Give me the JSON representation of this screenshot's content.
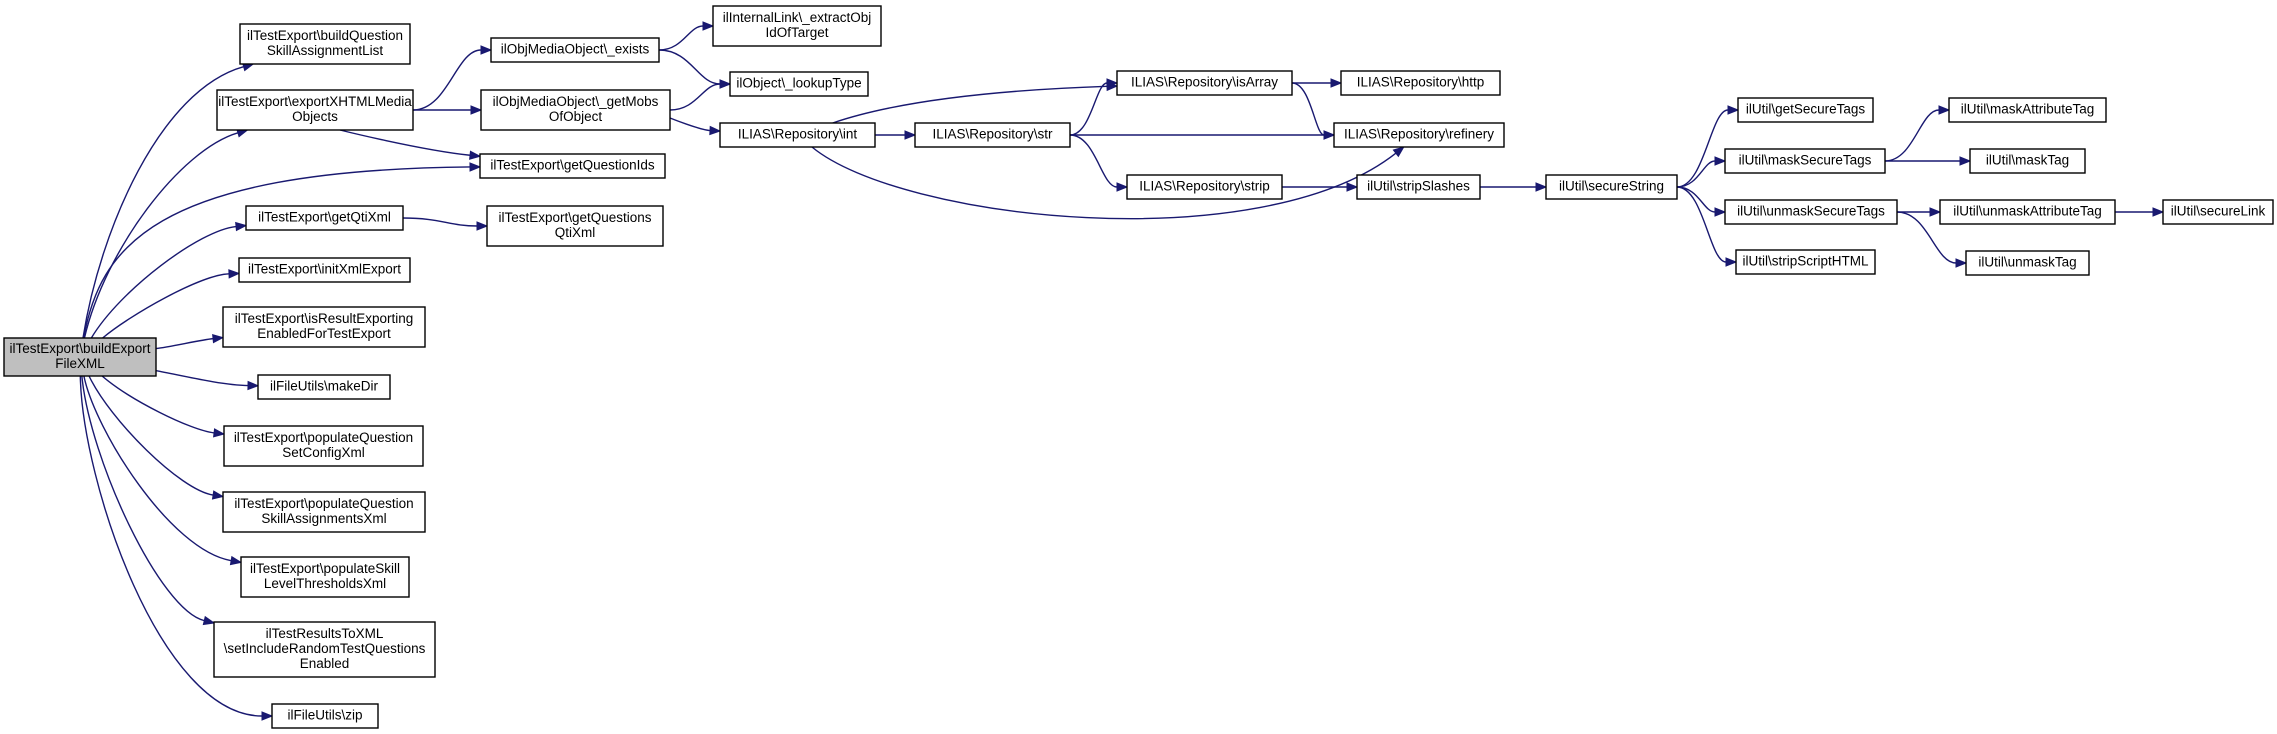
{
  "diagram": {
    "type": "call-graph",
    "accent_color": "#191970",
    "root_fill": "#bfbfbf",
    "nodes": [
      {
        "id": "root",
        "lines": [
          "ilTestExport\\buildExport",
          "FileXML"
        ],
        "root": true
      },
      {
        "id": "buildQuestionSkill",
        "lines": [
          "ilTestExport\\buildQuestion",
          "SkillAssignmentList"
        ]
      },
      {
        "id": "exportXHTML",
        "lines": [
          "ilTestExport\\exportXHTMLMedia",
          "Objects"
        ]
      },
      {
        "id": "getQuestionIds",
        "lines": [
          "ilTestExport\\getQuestionIds"
        ]
      },
      {
        "id": "getQtiXml",
        "lines": [
          "ilTestExport\\getQtiXml"
        ]
      },
      {
        "id": "initXmlExport",
        "lines": [
          "ilTestExport\\initXmlExport"
        ]
      },
      {
        "id": "isResultExporting",
        "lines": [
          "ilTestExport\\isResultExporting",
          "EnabledForTestExport"
        ]
      },
      {
        "id": "makeDir",
        "lines": [
          "ilFileUtils\\makeDir"
        ]
      },
      {
        "id": "populateQuestionSet",
        "lines": [
          "ilTestExport\\populateQuestion",
          "SetConfigXml"
        ]
      },
      {
        "id": "populateQuestionSkill",
        "lines": [
          "ilTestExport\\populateQuestion",
          "SkillAssignmentsXml"
        ]
      },
      {
        "id": "populateSkillLevel",
        "lines": [
          "ilTestExport\\populateSkill",
          "LevelThresholdsXml"
        ]
      },
      {
        "id": "setIncludeRandom",
        "lines": [
          "ilTestResultsToXML",
          "\\setIncludeRandomTestQuestions",
          "Enabled"
        ]
      },
      {
        "id": "zip",
        "lines": [
          "ilFileUtils\\zip"
        ]
      },
      {
        "id": "exists",
        "lines": [
          "ilObjMediaObject\\_exists"
        ]
      },
      {
        "id": "getMobs",
        "lines": [
          "ilObjMediaObject\\_getMobs",
          "OfObject"
        ]
      },
      {
        "id": "getQuestionsQti",
        "lines": [
          "ilTestExport\\getQuestions",
          "QtiXml"
        ]
      },
      {
        "id": "extractObj",
        "lines": [
          "ilInternalLink\\_extractObj",
          "IdOfTarget"
        ]
      },
      {
        "id": "lookupType",
        "lines": [
          "ilObject\\_lookupType"
        ]
      },
      {
        "id": "repoInt",
        "lines": [
          "ILIAS\\Repository\\int"
        ]
      },
      {
        "id": "repoStr",
        "lines": [
          "ILIAS\\Repository\\str"
        ]
      },
      {
        "id": "repoIsArray",
        "lines": [
          "ILIAS\\Repository\\isArray"
        ]
      },
      {
        "id": "repoStrip",
        "lines": [
          "ILIAS\\Repository\\strip"
        ]
      },
      {
        "id": "repoHttp",
        "lines": [
          "ILIAS\\Repository\\http"
        ]
      },
      {
        "id": "repoRefinery",
        "lines": [
          "ILIAS\\Repository\\refinery"
        ]
      },
      {
        "id": "stripSlashes",
        "lines": [
          "ilUtil\\stripSlashes"
        ]
      },
      {
        "id": "secureString",
        "lines": [
          "ilUtil\\secureString"
        ]
      },
      {
        "id": "getSecureTags",
        "lines": [
          "ilUtil\\getSecureTags"
        ]
      },
      {
        "id": "maskSecureTags",
        "lines": [
          "ilUtil\\maskSecureTags"
        ]
      },
      {
        "id": "unmaskSecureTags",
        "lines": [
          "ilUtil\\unmaskSecureTags"
        ]
      },
      {
        "id": "stripScriptHTML",
        "lines": [
          "ilUtil\\stripScriptHTML"
        ]
      },
      {
        "id": "maskAttributeTag",
        "lines": [
          "ilUtil\\maskAttributeTag"
        ]
      },
      {
        "id": "maskTag",
        "lines": [
          "ilUtil\\maskTag"
        ]
      },
      {
        "id": "unmaskAttributeTag",
        "lines": [
          "ilUtil\\unmaskAttributeTag"
        ]
      },
      {
        "id": "unmaskTag",
        "lines": [
          "ilUtil\\unmaskTag"
        ]
      },
      {
        "id": "secureLink",
        "lines": [
          "ilUtil\\secureLink"
        ]
      }
    ],
    "edges": [
      [
        "root",
        "buildQuestionSkill"
      ],
      [
        "root",
        "exportXHTML"
      ],
      [
        "root",
        "getQuestionIds"
      ],
      [
        "root",
        "getQtiXml"
      ],
      [
        "root",
        "initXmlExport"
      ],
      [
        "root",
        "isResultExporting"
      ],
      [
        "root",
        "makeDir"
      ],
      [
        "root",
        "populateQuestionSet"
      ],
      [
        "root",
        "populateQuestionSkill"
      ],
      [
        "root",
        "populateSkillLevel"
      ],
      [
        "root",
        "setIncludeRandom"
      ],
      [
        "root",
        "zip"
      ],
      [
        "exportXHTML",
        "exists"
      ],
      [
        "exportXHTML",
        "getMobs"
      ],
      [
        "exportXHTML",
        "getQuestionIds"
      ],
      [
        "getQtiXml",
        "getQuestionsQti"
      ],
      [
        "exists",
        "extractObj"
      ],
      [
        "exists",
        "lookupType"
      ],
      [
        "getMobs",
        "lookupType"
      ],
      [
        "getMobs",
        "repoInt"
      ],
      [
        "repoInt",
        "repoIsArray"
      ],
      [
        "repoInt",
        "repoStr"
      ],
      [
        "repoInt",
        "repoRefinery"
      ],
      [
        "repoStr",
        "repoIsArray"
      ],
      [
        "repoStr",
        "repoRefinery"
      ],
      [
        "repoStr",
        "repoStrip"
      ],
      [
        "repoIsArray",
        "repoHttp"
      ],
      [
        "repoIsArray",
        "repoRefinery"
      ],
      [
        "repoStrip",
        "stripSlashes"
      ],
      [
        "stripSlashes",
        "secureString"
      ],
      [
        "secureString",
        "getSecureTags"
      ],
      [
        "secureString",
        "maskSecureTags"
      ],
      [
        "secureString",
        "unmaskSecureTags"
      ],
      [
        "secureString",
        "stripScriptHTML"
      ],
      [
        "maskSecureTags",
        "maskAttributeTag"
      ],
      [
        "maskSecureTags",
        "maskTag"
      ],
      [
        "unmaskSecureTags",
        "unmaskAttributeTag"
      ],
      [
        "unmaskSecureTags",
        "unmaskTag"
      ],
      [
        "unmaskAttributeTag",
        "secureLink"
      ]
    ]
  }
}
